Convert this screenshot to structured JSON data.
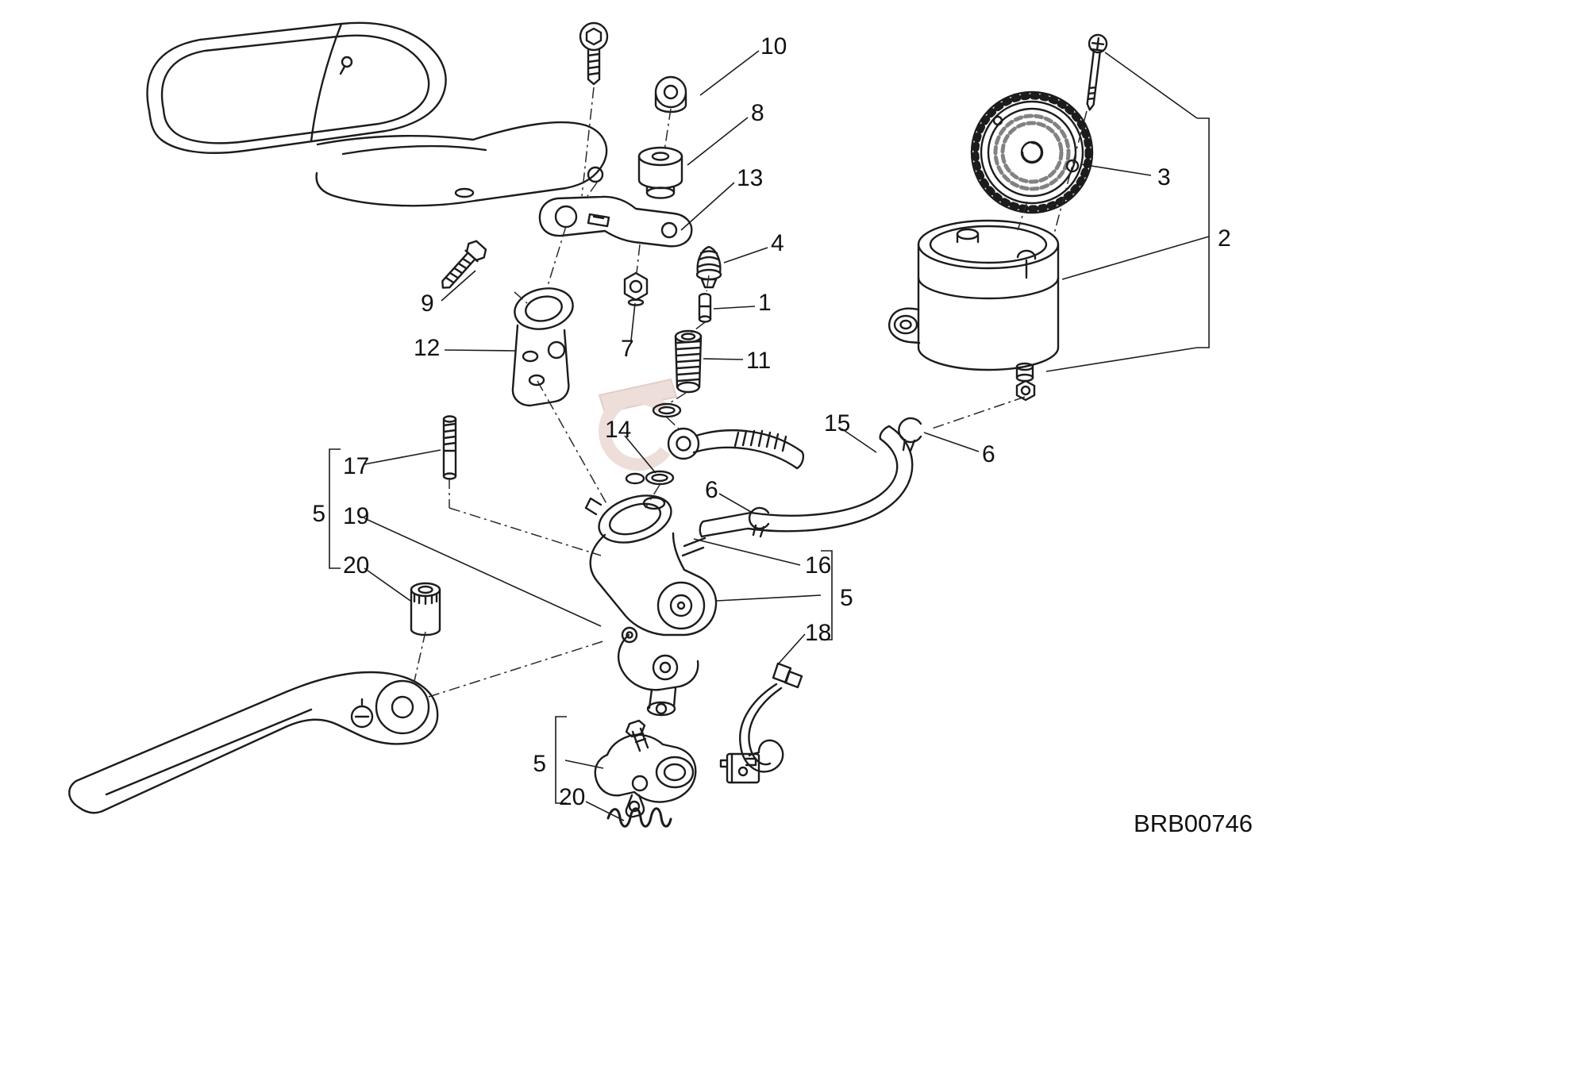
{
  "page": {
    "background_color": "#ffffff",
    "line_color": "#1c1c1c",
    "watermark_color": "#ecd9d4"
  },
  "diagram": {
    "drawing_code": "BRB00746",
    "watermark_icon": "manufacturer-shield-logo",
    "callouts": [
      {
        "label": "10"
      },
      {
        "label": "8"
      },
      {
        "label": "13"
      },
      {
        "label": "4"
      },
      {
        "label": "1"
      },
      {
        "label": "9"
      },
      {
        "label": "12"
      },
      {
        "label": "7"
      },
      {
        "label": "11"
      },
      {
        "label": "3"
      },
      {
        "label": "2"
      },
      {
        "label": "14"
      },
      {
        "label": "15"
      },
      {
        "label": "6"
      },
      {
        "label": "17"
      },
      {
        "label": "5"
      },
      {
        "label": "19"
      },
      {
        "label": "6"
      },
      {
        "label": "20"
      },
      {
        "label": "16"
      },
      {
        "label": "5"
      },
      {
        "label": "18"
      },
      {
        "label": "5"
      },
      {
        "label": "20"
      }
    ]
  }
}
